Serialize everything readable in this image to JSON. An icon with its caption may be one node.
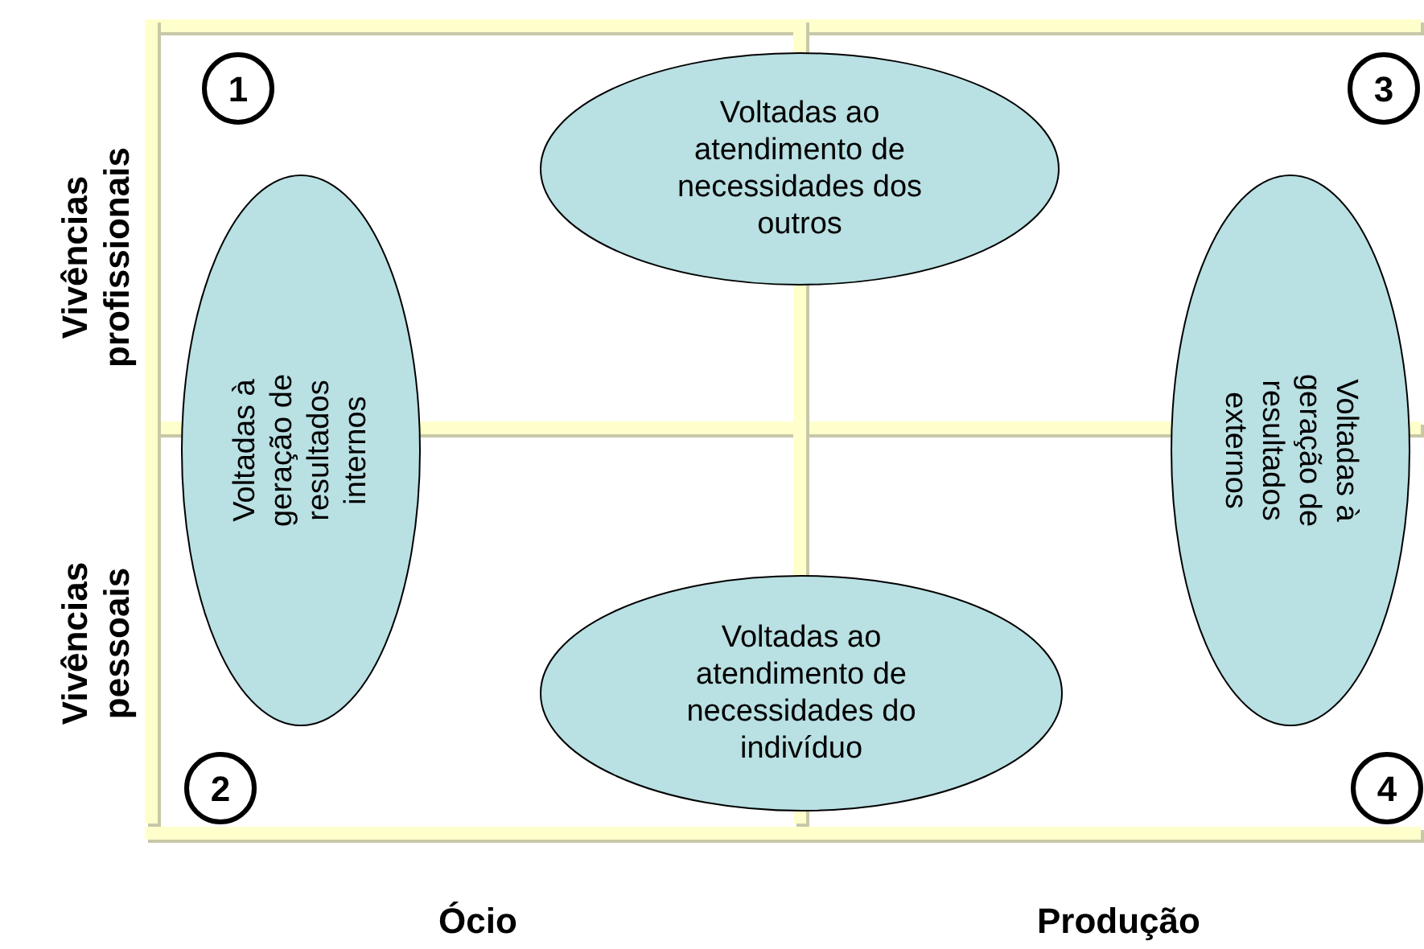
{
  "diagram": {
    "nodes": [
      {
        "text": [
          "1"
        ]
      },
      {
        "text": [
          "Voltadas ao atendimento de necessidades dos outros"
        ]
      },
      {
        "text": [
          "3"
        ]
      },
      {
        "text": [
          "Voltadas à geração de resultados internos"
        ]
      },
      {
        "text": [
          "Voltadas à geração de resultados externos"
        ]
      },
      {
        "text": [
          "Voltadas ao atendimento de necessidades do indivíduo"
        ]
      },
      {
        "text": [
          "2"
        ]
      },
      {
        "text": [
          "4"
        ]
      }
    ],
    "labels": [
      "Vivências profissionais",
      "Vivências pessoais",
      "Ócio",
      "Produção"
    ]
  }
}
